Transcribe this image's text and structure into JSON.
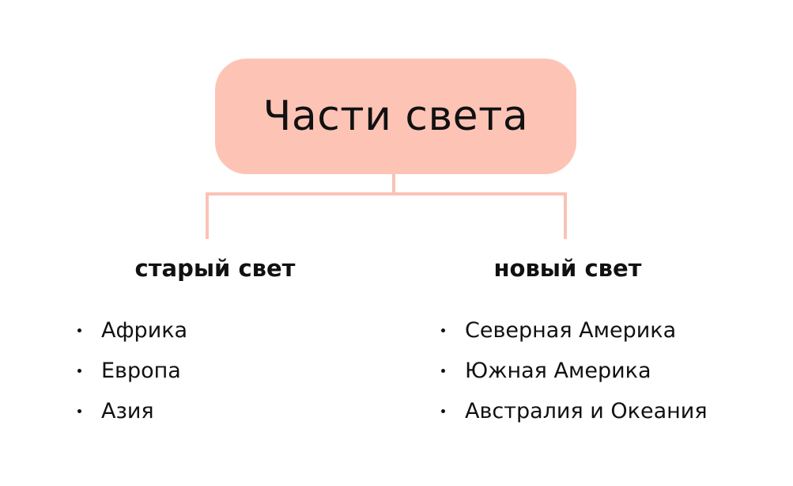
{
  "root": {
    "label": "Части света"
  },
  "branches": [
    {
      "title": "старый свет",
      "items": [
        "Африка",
        "Европа",
        "Азия"
      ]
    },
    {
      "title": "новый свет",
      "items": [
        "Северная Америка",
        "Южная Америка",
        "Австралия и Океания"
      ]
    }
  ],
  "colors": {
    "node_fill": "#fdc4b6",
    "connector": "#f9c3b5",
    "text": "#111111"
  }
}
